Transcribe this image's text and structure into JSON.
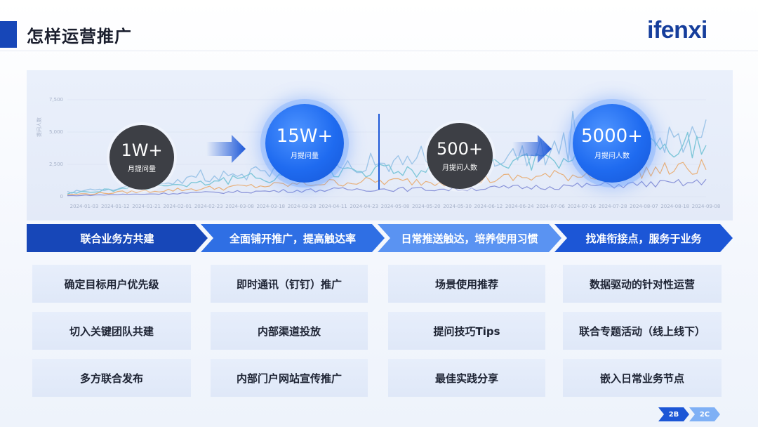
{
  "header": {
    "title": "怎样运营推广",
    "logo": "ifenxi"
  },
  "chart": {
    "y_ticks": [
      "7,500",
      "5,000",
      "2,500",
      "0"
    ],
    "y_label": "提问人数",
    "x_ticks": [
      "2024-01-03",
      "2024-01-12",
      "2024-01-21",
      "2024-02-01",
      "2024-02-23",
      "2024-03-08",
      "2024-03-18",
      "2024-03-28",
      "2024-04-11",
      "2024-04-23",
      "2024-05-08",
      "2024-05-20",
      "2024-05-30",
      "2024-06-12",
      "2024-06-24",
      "2024-07-06",
      "2024-07-16",
      "2024-07-28",
      "2024-08-07",
      "2024-08-18",
      "2024-09-08"
    ],
    "series_colors": [
      "#9ec5e8",
      "#7fc7d9",
      "#e8b07a",
      "#8a94d9"
    ]
  },
  "milestones": [
    {
      "value": "1W+",
      "label": "月提问量",
      "style": "dark"
    },
    {
      "value": "15W+",
      "label": "月提问量",
      "style": "blue"
    },
    {
      "value": "500+",
      "label": "月提问人数",
      "style": "dark"
    },
    {
      "value": "5000+",
      "label": "月提问人数",
      "style": "blue"
    }
  ],
  "stages": [
    {
      "label": "联合业务方共建",
      "color": "#1747b8"
    },
    {
      "label": "全面铺开推广，提高触达率",
      "color": "#2f6fe4"
    },
    {
      "label": "日常推送触达，培养使用习惯",
      "color": "#5a93f2"
    },
    {
      "label": "找准衔接点，服务于业务",
      "color": "#1c56d6"
    }
  ],
  "cards": [
    [
      "确定目标用户优先级",
      "切入关键团队共建",
      "多方联合发布"
    ],
    [
      "即时通讯（钉钉）推广",
      "内部渠道投放",
      "内部门户网站宣传推广"
    ],
    [
      "场景使用推荐",
      "提问技巧Tips",
      "最佳实践分享"
    ],
    [
      "数据驱动的针对性运营",
      "联合专题活动（线上线下）",
      "嵌入日常业务节点"
    ]
  ],
  "page_tags": [
    {
      "label": "2B",
      "color": "#1c56d6"
    },
    {
      "label": "2C",
      "color": "#7fb0f5"
    }
  ]
}
